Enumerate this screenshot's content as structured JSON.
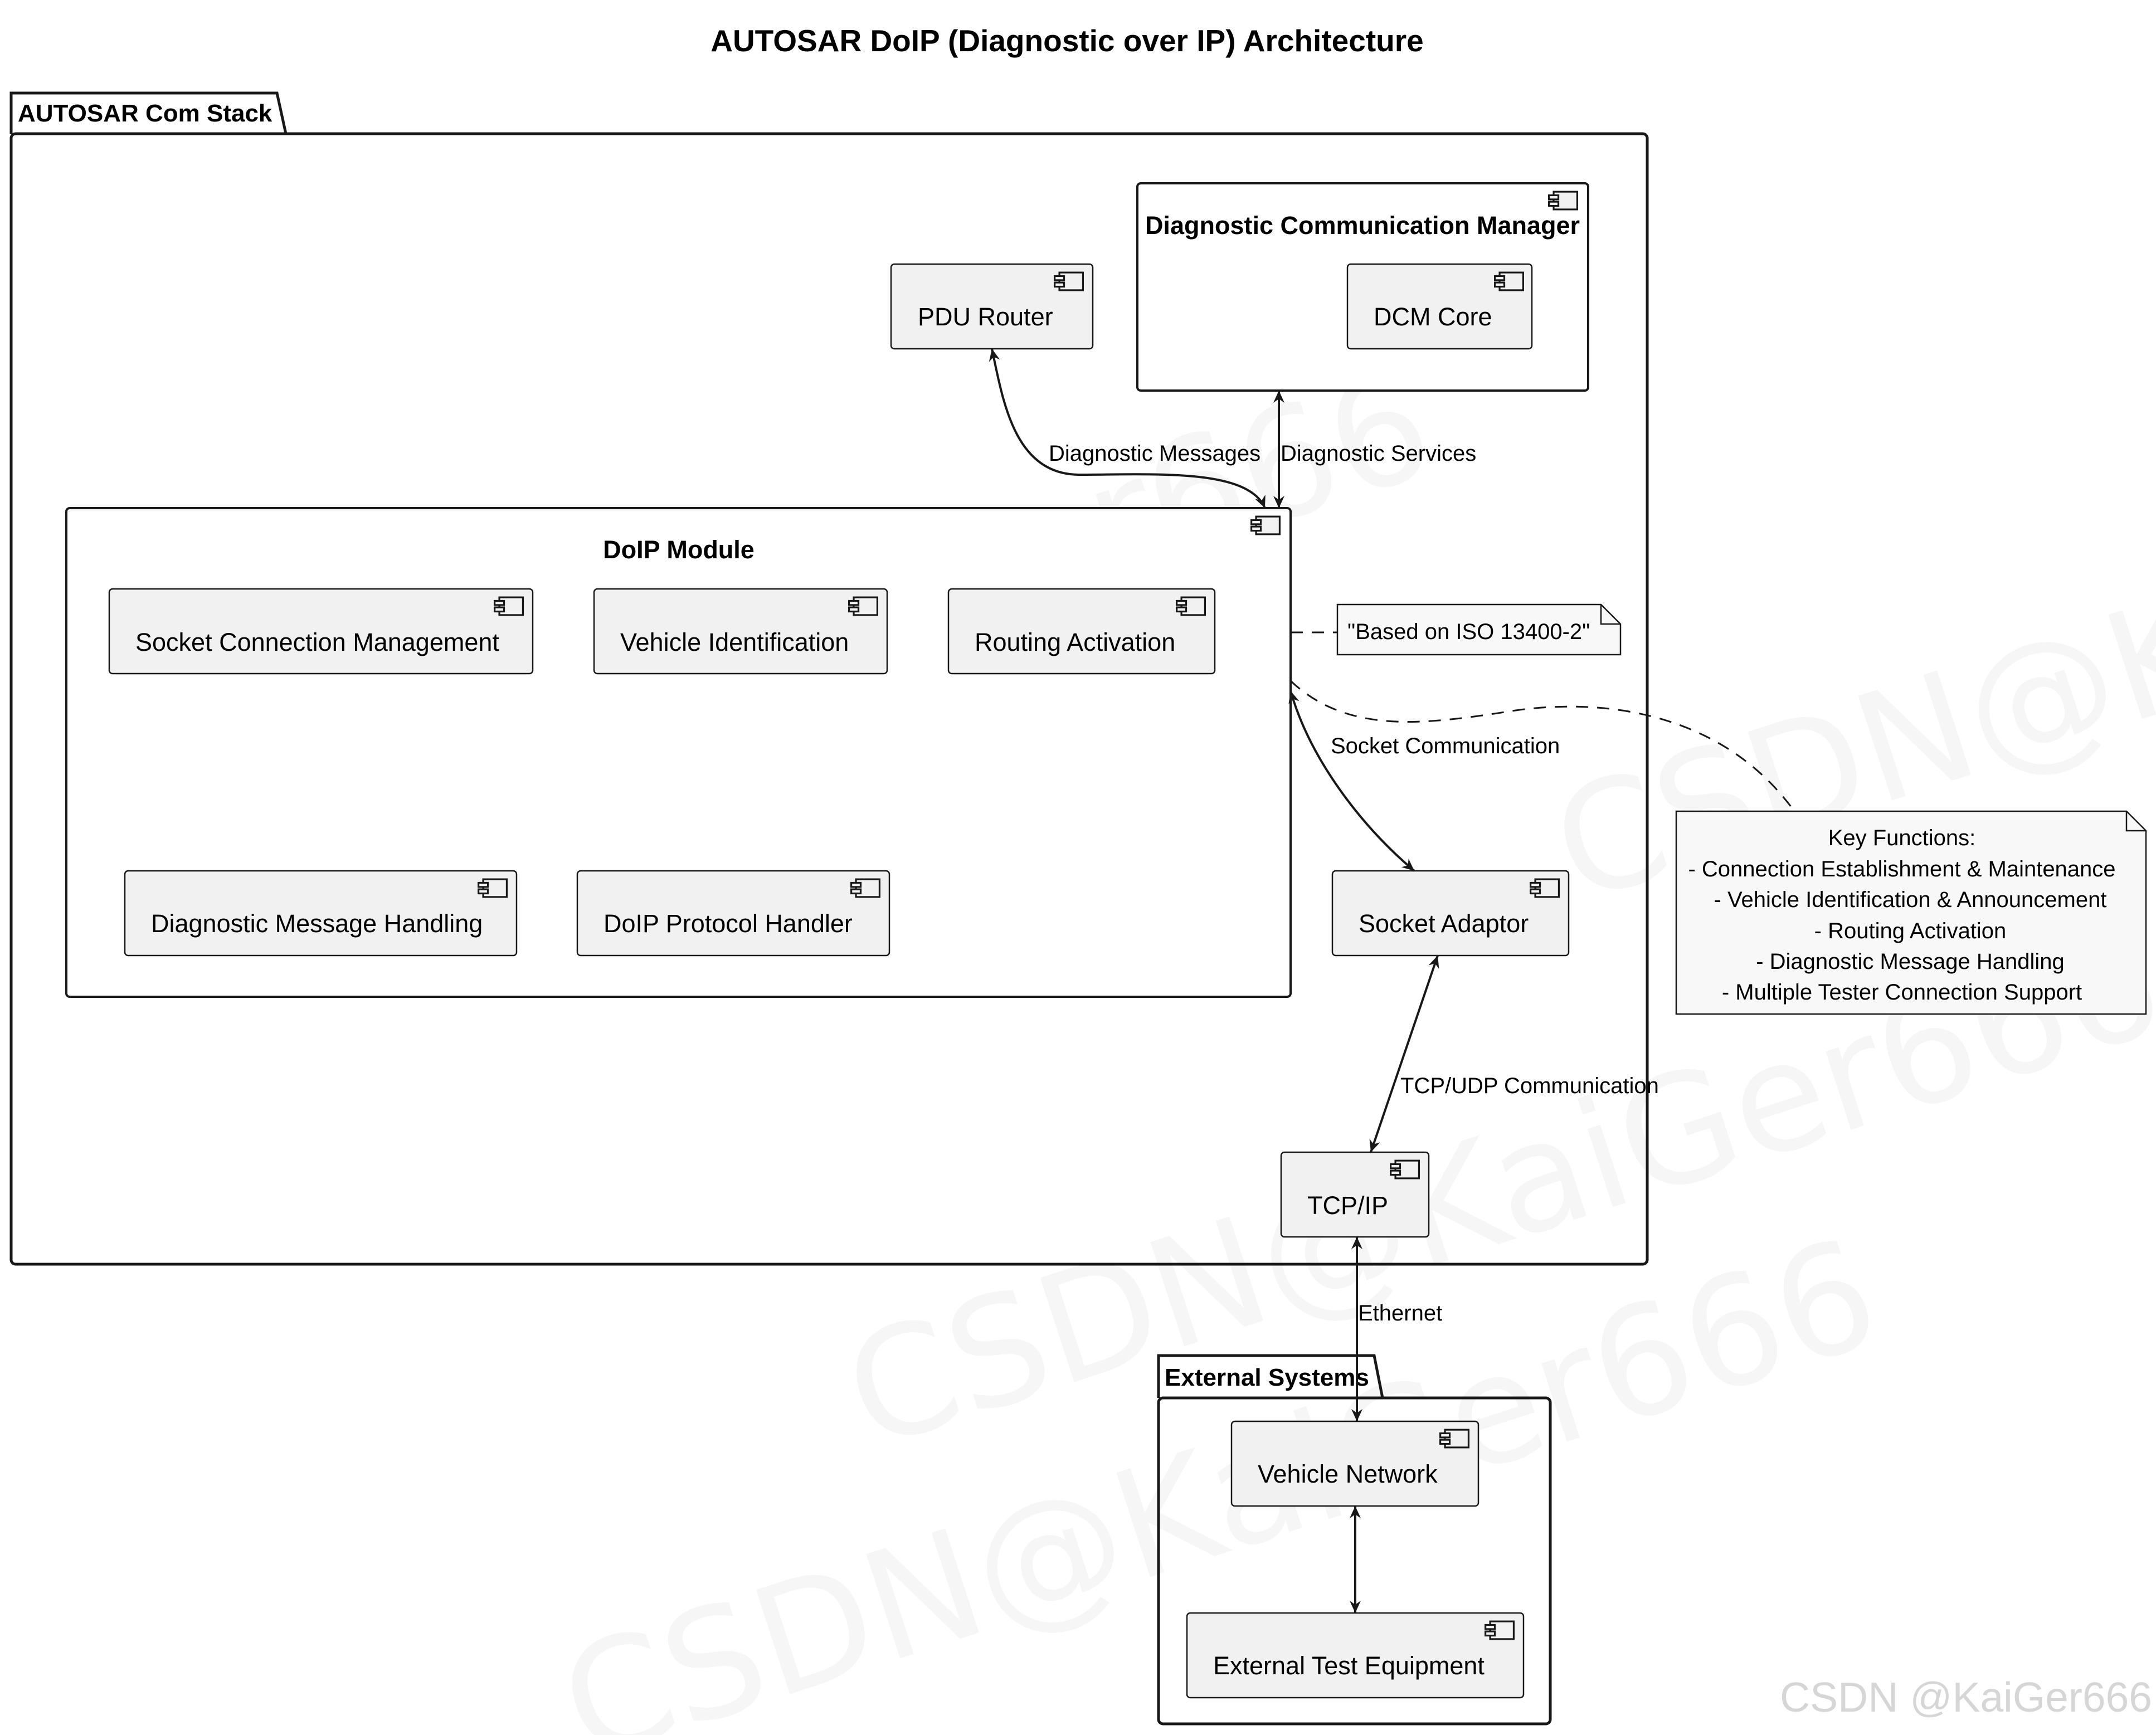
{
  "title": "AUTOSAR DoIP (Diagnostic over IP) Architecture",
  "packages": {
    "com_stack": "AUTOSAR Com Stack",
    "external": "External Systems"
  },
  "components": {
    "pdu_router": "PDU Router",
    "dcm": "Diagnostic Communication Manager",
    "dcm_core": "DCM Core",
    "doip_module": "DoIP Module",
    "socket_conn_mgmt": "Socket Connection Management",
    "vehicle_identification": "Vehicle Identification",
    "routing_activation": "Routing Activation",
    "diag_msg_handling": "Diagnostic Message Handling",
    "doip_protocol_handler": "DoIP Protocol Handler",
    "socket_adaptor": "Socket Adaptor",
    "tcpip": "TCP/IP",
    "vehicle_network": "Vehicle Network",
    "external_test_equipment": "External Test Equipment"
  },
  "edges": {
    "diag_messages": "Diagnostic Messages",
    "diag_services": "Diagnostic Services",
    "socket_comm": "Socket Communication",
    "tcpudp_comm": "TCP/UDP Communication",
    "ethernet": "Ethernet"
  },
  "notes": {
    "iso": "\"Based on ISO 13400-2\"",
    "key_functions_title": "Key Functions:",
    "key_functions": [
      "- Connection Establishment & Maintenance",
      "- Vehicle Identification & Announcement",
      "- Routing Activation",
      "- Diagnostic Message Handling",
      "- Multiple Tester Connection Support"
    ]
  },
  "watermark": "CSDN @KaiGer666",
  "watermark_bg": "CSDN@KaiGer666",
  "icon": "component-icon"
}
